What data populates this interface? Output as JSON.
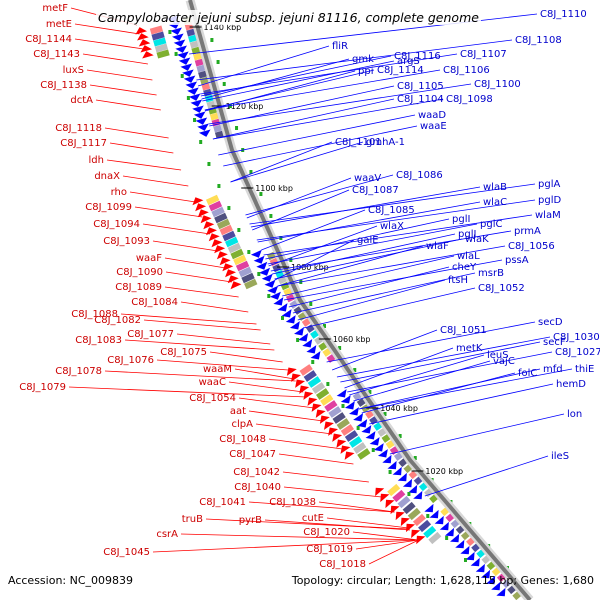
{
  "title": "Campylobacter jejuni subsp. jejuni 81116, complete genome",
  "accession_label": "Accession: NC_009839",
  "summary_label": "Topology: circular; Length: 1,628,115 bp; Genes: 1,680",
  "colors": {
    "forward_genes": "#0000ff",
    "reverse_genes": "#ff0000",
    "forward_labels": "#0000cc",
    "reverse_labels": "#cc0000",
    "backbone": "#777777",
    "rna_features": "#22aa22",
    "cds_palette": [
      "#9aa85a",
      "#ff7f7f",
      "#4c4ca0",
      "#00e6e6",
      "#c0c0c0",
      "#7fb030",
      "#ffdd55",
      "#e040a0",
      "#a0a0d0",
      "#505080"
    ]
  },
  "kbp_ticks": [
    "1140 kbp",
    "1120 kbp",
    "1100 kbp",
    "1080 kbp",
    "1060 kbp",
    "1040 kbp",
    "1020 kbp"
  ],
  "reverse_strand_labels": [
    "metF",
    "metE",
    "C8J_1144",
    "C8J_1143",
    "luxS",
    "C8J_1138",
    "dctA",
    "C8J_1118",
    "C8J_1117",
    "ldh",
    "dnaX",
    "rho",
    "C8J_1099",
    "C8J_1094",
    "C8J_1093",
    "waaF",
    "C8J_1090",
    "C8J_1089",
    "C8J_1084",
    "C8J_1088",
    "C8J_1082",
    "C8J_1083",
    "C8J_1077",
    "C8J_1076",
    "C8J_1078",
    "C8J_1075",
    "C8J_1079",
    "waaM",
    "waaC",
    "C8J_1054",
    "aat",
    "clpA",
    "C8J_1048",
    "C8J_1047",
    "C8J_1042",
    "C8J_1040",
    "C8J_1041",
    "C8J_1038",
    "truB",
    "pyrB",
    "cutE",
    "csrA",
    "C8J_1020",
    "C8J_1019",
    "C8J_1045",
    "C8J_1018"
  ],
  "forward_strand_labels": [
    "C8J_1110",
    "C8J_1108",
    "fliR",
    "argS",
    "C8J_1107",
    "gmk",
    "C8J_1116",
    "ppi",
    "C8J_1114",
    "C8J_1106",
    "C8J_1105",
    "C8J_1100",
    "C8J_1104",
    "C8J_1098",
    "waaD",
    "waaE",
    "C8J_1101",
    "gmhA-1",
    "C8J_1086",
    "waaV",
    "C8J_1087",
    "wlaB",
    "pglA",
    "wlaC",
    "pglD",
    "C8J_1085",
    "wlaM",
    "wlaX",
    "pglI",
    "pglC",
    "galE",
    "pglJ",
    "wlaK",
    "prmA",
    "wlaF",
    "C8J_1056",
    "wlaL",
    "cheY",
    "pssA",
    "msrB",
    "ftsH",
    "C8J_1052",
    "C8J_1051",
    "secD",
    "metK",
    "C8J_1030",
    "secF",
    "leuS",
    "C8J_1027",
    "vajC",
    "folC",
    "mfd",
    "thiE",
    "hemD",
    "lon",
    "ileS"
  ]
}
